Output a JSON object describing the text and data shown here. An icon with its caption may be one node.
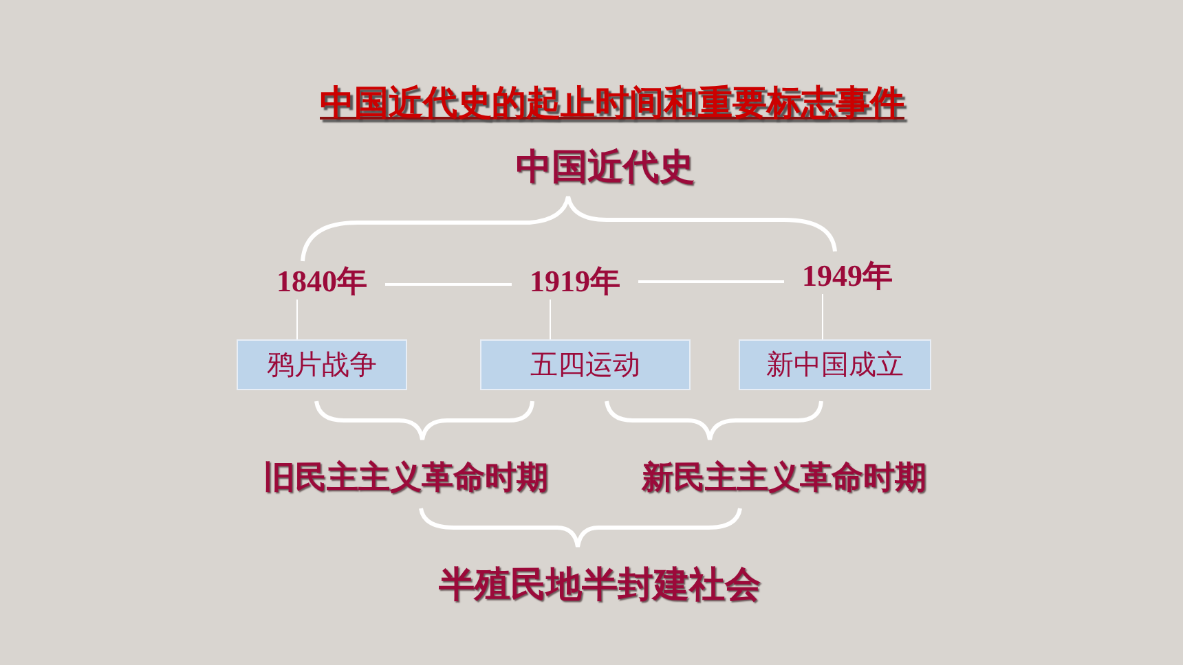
{
  "diagram": {
    "title": "中国近代史的起止时间和重要标志事件",
    "nodes": [
      {
        "text": [
          "1840年"
        ]
      },
      {
        "text": [
          "1919年"
        ]
      },
      {
        "text": [
          "1949年"
        ]
      },
      {
        "text": [
          "鸦片战争"
        ]
      },
      {
        "text": [
          "五四运动"
        ]
      },
      {
        "text": [
          "新中国成立"
        ]
      }
    ],
    "edges": [
      {
        "from": 0,
        "to": 1,
        "arrow": "none"
      },
      {
        "from": 1,
        "to": 2,
        "arrow": "none"
      },
      {
        "from": 0,
        "to": 3,
        "arrow": "none"
      },
      {
        "from": 1,
        "to": 4,
        "arrow": "none"
      },
      {
        "from": 2,
        "to": 5,
        "arrow": "none"
      }
    ],
    "labels": [
      "中国近代史",
      "旧民主主义革命时期",
      "新民主主义革命时期",
      "半殖民地半封建社会"
    ]
  }
}
